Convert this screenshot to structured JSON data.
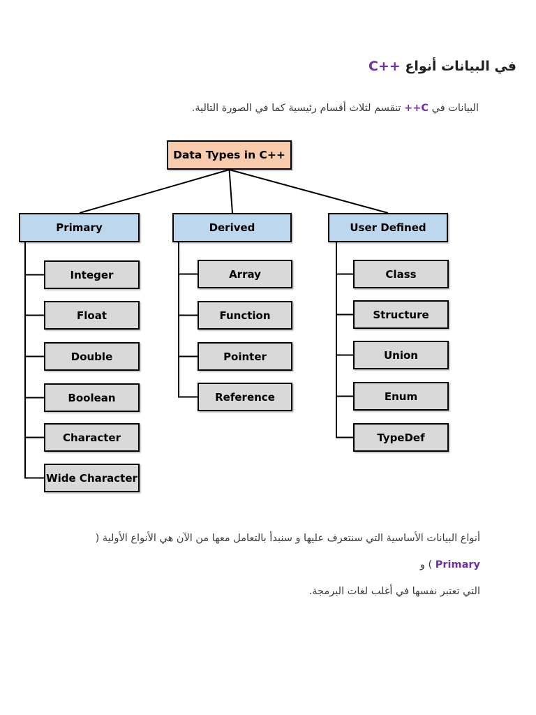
{
  "page": {
    "title": {
      "keyword": "C++",
      "words": [
        "أنواع",
        "البيانات",
        "في"
      ]
    },
    "intro": {
      "before": "البيانات في",
      "keyword": "C++",
      "after": "تنقسم لثلاث أقسام رئيسية كما في الصورة التالية."
    },
    "footer": {
      "line1_before": "أنواع البيانات الأساسية التي سنتعرف عليها و سنبدأ بالتعامل معها من الآن هي الأنواع الأولية (",
      "line1_keyword": "Primary",
      "line1_after": ") و",
      "line2": "التي تعتبر نفسها في أغلب لغات البرمجة."
    }
  },
  "diagram": {
    "root": "Data Types in C++",
    "categories": [
      {
        "label": "Primary",
        "children": [
          "Integer",
          "Float",
          "Double",
          "Boolean",
          "Character",
          "Wide Character"
        ]
      },
      {
        "label": "Derived",
        "children": [
          "Array",
          "Function",
          "Pointer",
          "Reference"
        ]
      },
      {
        "label": "User Defined",
        "children": [
          "Class",
          "Structure",
          "Union",
          "Enum",
          "TypeDef"
        ]
      }
    ]
  },
  "colors": {
    "keyword_purple": "#7030A0",
    "root_fill": "#F8CBAD",
    "category_fill": "#BDD7EE",
    "child_fill": "#D9D9D9",
    "line": "#000000"
  }
}
